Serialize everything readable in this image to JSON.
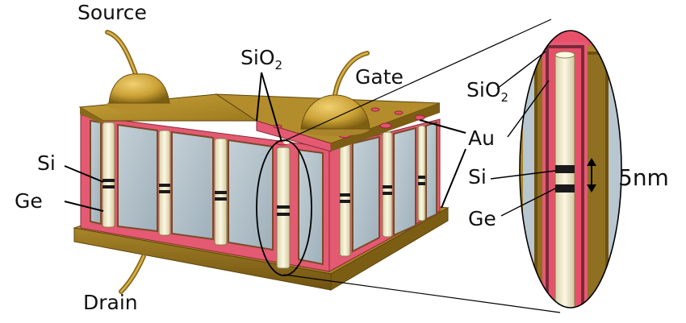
{
  "labels": {
    "source": "Source",
    "gate": "Gate",
    "drain": "Drain",
    "sio2_main": "SiO",
    "sio2_main_sub": "2",
    "si_left": "Si",
    "ge_left": "Ge",
    "inset_sio2": "SiO",
    "inset_sio2_sub": "2",
    "inset_au": "Au",
    "inset_si": "Si",
    "inset_ge": "Ge",
    "scale": "5nm"
  },
  "colors": {
    "gold": "#b8922a",
    "gold_dark": "#7a5a10",
    "gold_light": "#d8b450",
    "oxide": "#e8506a",
    "oxide_dark": "#c03048",
    "silicon": "#f3efd0",
    "germanium": "#1a1a1a",
    "dielectric_fill": "#b7c4cc",
    "dielectric_dark": "#98a8b2",
    "background": "#ffffff"
  }
}
